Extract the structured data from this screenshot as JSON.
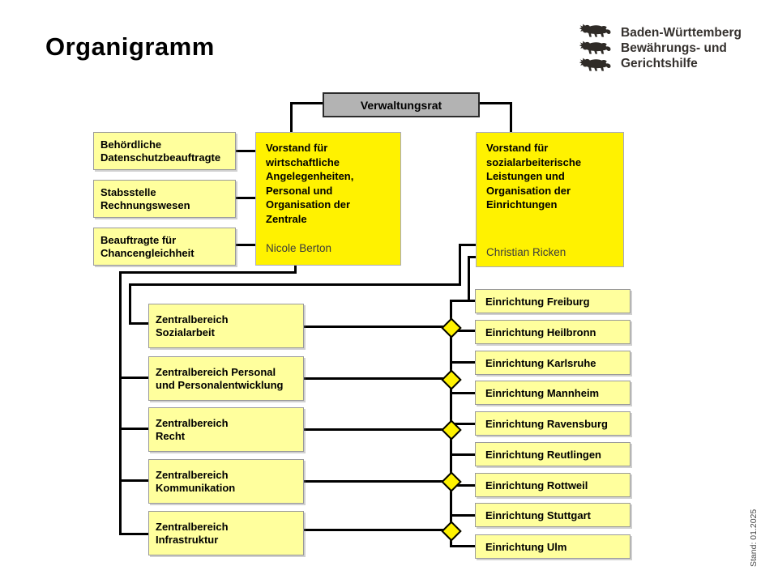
{
  "page": {
    "title": "Organigramm",
    "stand_note": "Stand: 01.2025"
  },
  "logo": {
    "org_name": "Baden-Württemberg\nBewährungs- und\nGerichtshilfe"
  },
  "board": {
    "label": "Verwaltungsrat"
  },
  "staff_units": [
    {
      "label": "Behördliche\nDatenschutzbeauftragte"
    },
    {
      "label": "Stabsstelle\nRechnungswesen"
    },
    {
      "label": "Beauftragte für\nChancengleichheit"
    }
  ],
  "executives": [
    {
      "title": "Vorstand für\nwirtschaftliche\nAngelegenheiten,\nPersonal und\nOrganisation der\nZentrale",
      "name": "Nicole Berton"
    },
    {
      "title": "Vorstand für\nsozialarbeiterische\nLeistungen und\nOrganisation der\nEinrichtungen",
      "name": "Christian Ricken"
    }
  ],
  "central_units": [
    {
      "label": "Zentralbereich\nSozialarbeit"
    },
    {
      "label": "Zentralbereich Personal\nund Personalentwicklung"
    },
    {
      "label": "Zentralbereich\nRecht"
    },
    {
      "label": "Zentralbereich\nKommunikation"
    },
    {
      "label": "Zentralbereich\nInfrastruktur"
    }
  ],
  "facilities": [
    {
      "label": "Einrichtung Freiburg"
    },
    {
      "label": "Einrichtung Heilbronn"
    },
    {
      "label": "Einrichtung Karlsruhe"
    },
    {
      "label": "Einrichtung Mannheim"
    },
    {
      "label": "Einrichtung Ravensburg"
    },
    {
      "label": "Einrichtung Reutlingen"
    },
    {
      "label": "Einrichtung Rottweil"
    },
    {
      "label": "Einrichtung Stuttgart"
    },
    {
      "label": "Einrichtung Ulm"
    }
  ],
  "colors": {
    "exec_yellow": "#fff200",
    "light_yellow": "#ffff9d",
    "board_gray": "#b3b3b3",
    "line_black": "#000000"
  }
}
